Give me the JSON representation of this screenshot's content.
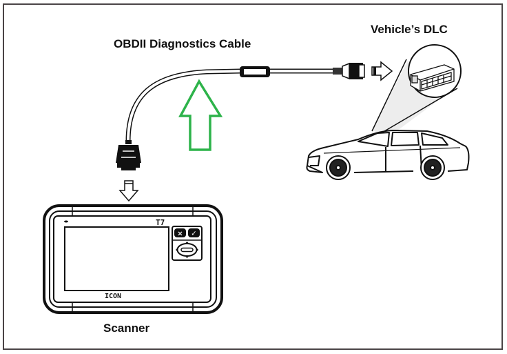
{
  "diagram": {
    "labels": {
      "cable": "OBDII Diagnostics Cable",
      "dlc": "Vehicle’s DLC",
      "scanner": "Scanner"
    },
    "scanner_device": {
      "model": "T7",
      "brand": "ICON",
      "buttons": [
        "cancel-x",
        "confirm-check",
        "directional-pad"
      ]
    },
    "highlight_arrow": {
      "color": "#2db34a",
      "points_to": "OBDII Diagnostics Cable"
    },
    "flow": [
      "Scanner",
      "OBDII Diagnostics Cable",
      "Vehicle’s DLC"
    ],
    "colors": {
      "line": "#111111",
      "frame": "#4a4446",
      "highlight": "#2db34a"
    }
  }
}
